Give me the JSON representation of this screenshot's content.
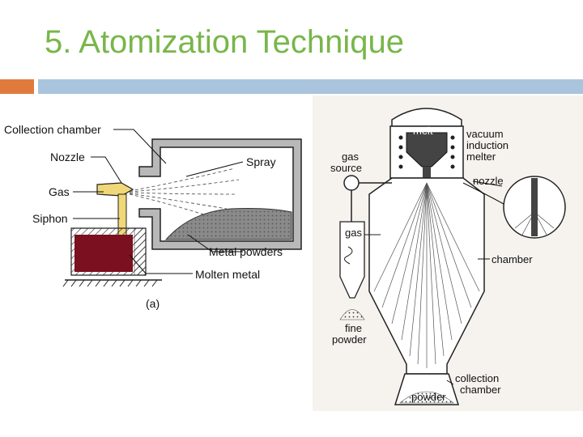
{
  "title": "5. Atomization Technique",
  "left_diagram": {
    "labels": {
      "collection_chamber": "Collection chamber",
      "nozzle": "Nozzle",
      "gas": "Gas",
      "siphon": "Siphon",
      "spray": "Spray",
      "metal_powders": "Metal powders",
      "molten_metal": "Molten metal",
      "caption": "(a)"
    },
    "colors": {
      "molten": "#7b1020",
      "powder": "#8a8a8a",
      "chamber": "#9a9a9a"
    }
  },
  "right_diagram": {
    "labels": {
      "melt": "melt",
      "vacuum": "vacuum",
      "induction": "induction",
      "melter": "melter",
      "gas": "gas",
      "source": "source",
      "nozzle": "nozzle",
      "gas_inner": "gas",
      "chamber": "chamber",
      "fine": "fine",
      "powder": "powder",
      "collection": "collection",
      "chamber2": "chamber",
      "powder_bin": "powder"
    }
  }
}
